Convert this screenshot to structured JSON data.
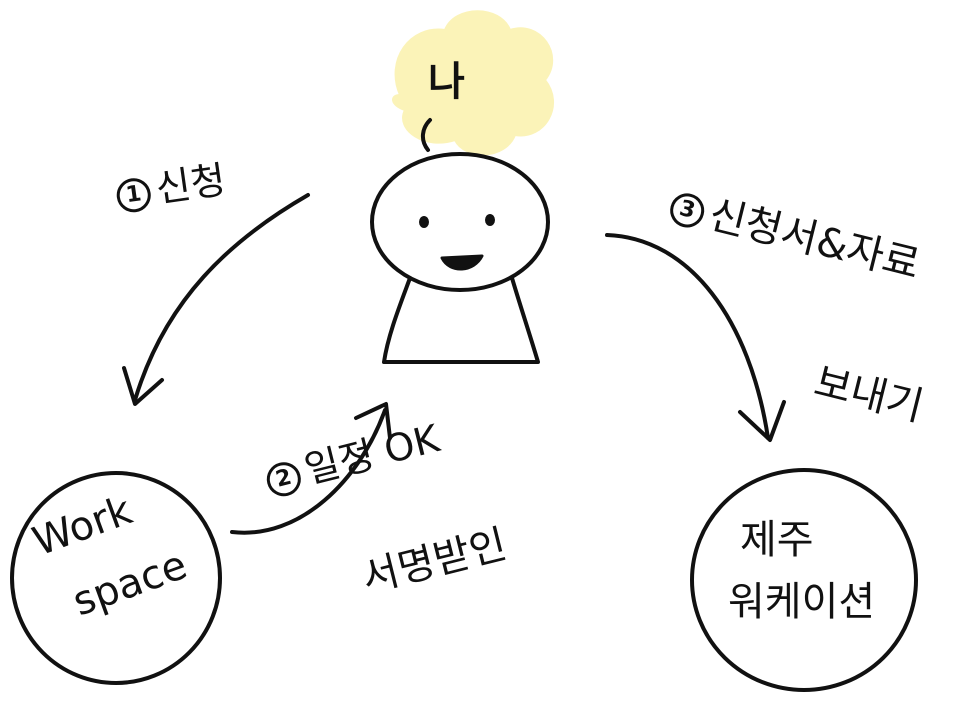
{
  "nodes": {
    "me": {
      "label": "나"
    },
    "workspace": {
      "line1": "Work",
      "line2": "space"
    },
    "jeju": {
      "line1": "제주",
      "line2": "워케이션"
    }
  },
  "steps": [
    {
      "number": "1",
      "label": "신청"
    },
    {
      "number": "2",
      "label_line1": "일정 OK",
      "label_line2": "서명받인"
    },
    {
      "number": "3",
      "label_line1": "신청서&자료",
      "label_line2": "보내기"
    }
  ],
  "colors": {
    "ink": "#111111",
    "cloud": "#fbf3b8",
    "background": "#ffffff"
  }
}
